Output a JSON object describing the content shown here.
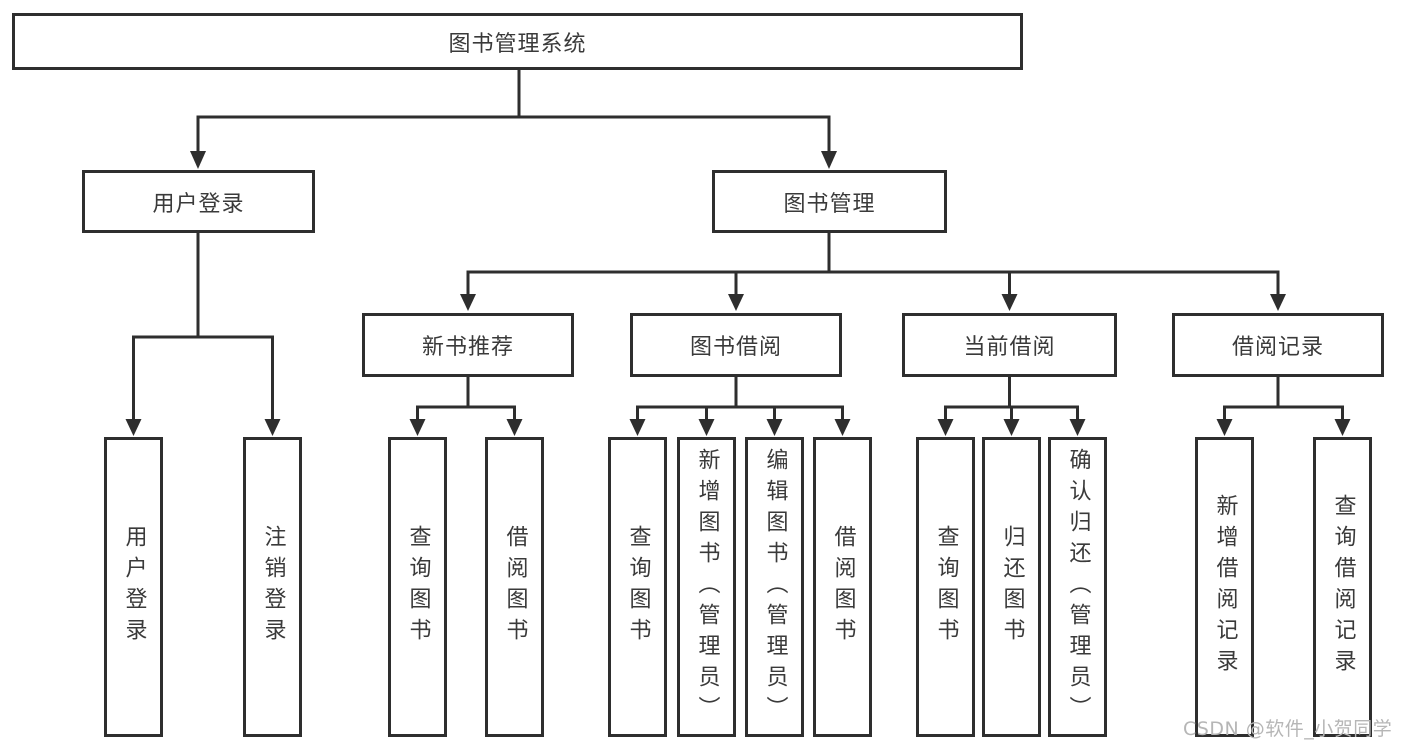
{
  "tree": {
    "root": {
      "label": "图书管理系统",
      "children": [
        {
          "label": "用户登录",
          "children": [
            {
              "label": "用户登录"
            },
            {
              "label": "注销登录"
            }
          ]
        },
        {
          "label": "图书管理",
          "children": [
            {
              "label": "新书推荐",
              "children": [
                {
                  "label": "查询图书"
                },
                {
                  "label": "借阅图书"
                }
              ]
            },
            {
              "label": "图书借阅",
              "children": [
                {
                  "label": "查询图书"
                },
                {
                  "label": "新增图书（管理员）"
                },
                {
                  "label": "编辑图书（管理员）"
                },
                {
                  "label": "借阅图书"
                }
              ]
            },
            {
              "label": "当前借阅",
              "children": [
                {
                  "label": "查询图书"
                },
                {
                  "label": "归还图书"
                },
                {
                  "label": "确认归还（管理员）"
                }
              ]
            },
            {
              "label": "借阅记录",
              "children": [
                {
                  "label": "新增借阅记录"
                },
                {
                  "label": "查询借阅记录"
                }
              ]
            }
          ]
        }
      ]
    }
  },
  "watermark": {
    "text": "CSDN @软件_小贺同学"
  },
  "colors": {
    "line": "#2e2e2e",
    "text": "#3a3a3a",
    "background": "#ffffff",
    "watermark_text": "#b6b6b6"
  }
}
